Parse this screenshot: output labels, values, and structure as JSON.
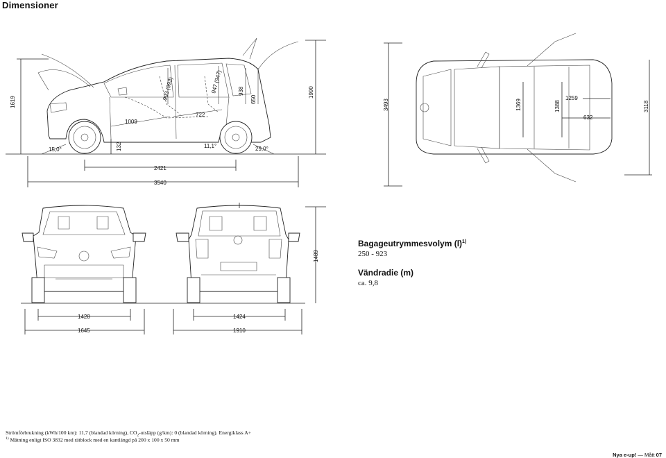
{
  "header": {
    "title": "Dimensioner"
  },
  "side_view": {
    "height": "1619",
    "approach_angle": "15,0°",
    "ground_clearance": "132",
    "breakover_angle": "11,1°",
    "departure_angle": "29,0°",
    "front_seat_dim": "1009",
    "rear_seat_dim": "722",
    "front_headroom": "993 (993)",
    "rear_headroom": "947 (947)",
    "trunk_height": "938",
    "sill_height": "650",
    "open_height": "1990",
    "wheelbase": "2421",
    "length": "3540"
  },
  "top_view": {
    "width_mirrors_open": "3493",
    "interior_length": "1369",
    "interior_length2": "1388",
    "load_width": "1259",
    "load_length": "632",
    "overall": "3118"
  },
  "front_rear": {
    "height": "1489",
    "front_track": "1428",
    "rear_track": "1424",
    "width": "1645",
    "width_mirrors": "1910"
  },
  "info": {
    "trunk_heading": "Bagageutrymmesvolym (l)",
    "trunk_sup": "1)",
    "trunk_value": "250 - 923",
    "turn_heading": "Vändradie (m)",
    "turn_value": "ca. 9,8"
  },
  "footer": {
    "line1_a": "Strömförbrukning (kWh/100 km): 11,7 (blandad körning), CO",
    "line1_sub": "2",
    "line1_b": "-utsläpp (g/km): 0 (blandad körning). Energiklass A+",
    "note_sup": "1)",
    "note": "Mätning enligt ISO 3832 med rätblock med en kantlängd på 200 x 100 x 50 mm"
  },
  "page_footer": {
    "model": "Nya e-up!",
    "dash": "—",
    "section": "Mått",
    "page": "07"
  }
}
